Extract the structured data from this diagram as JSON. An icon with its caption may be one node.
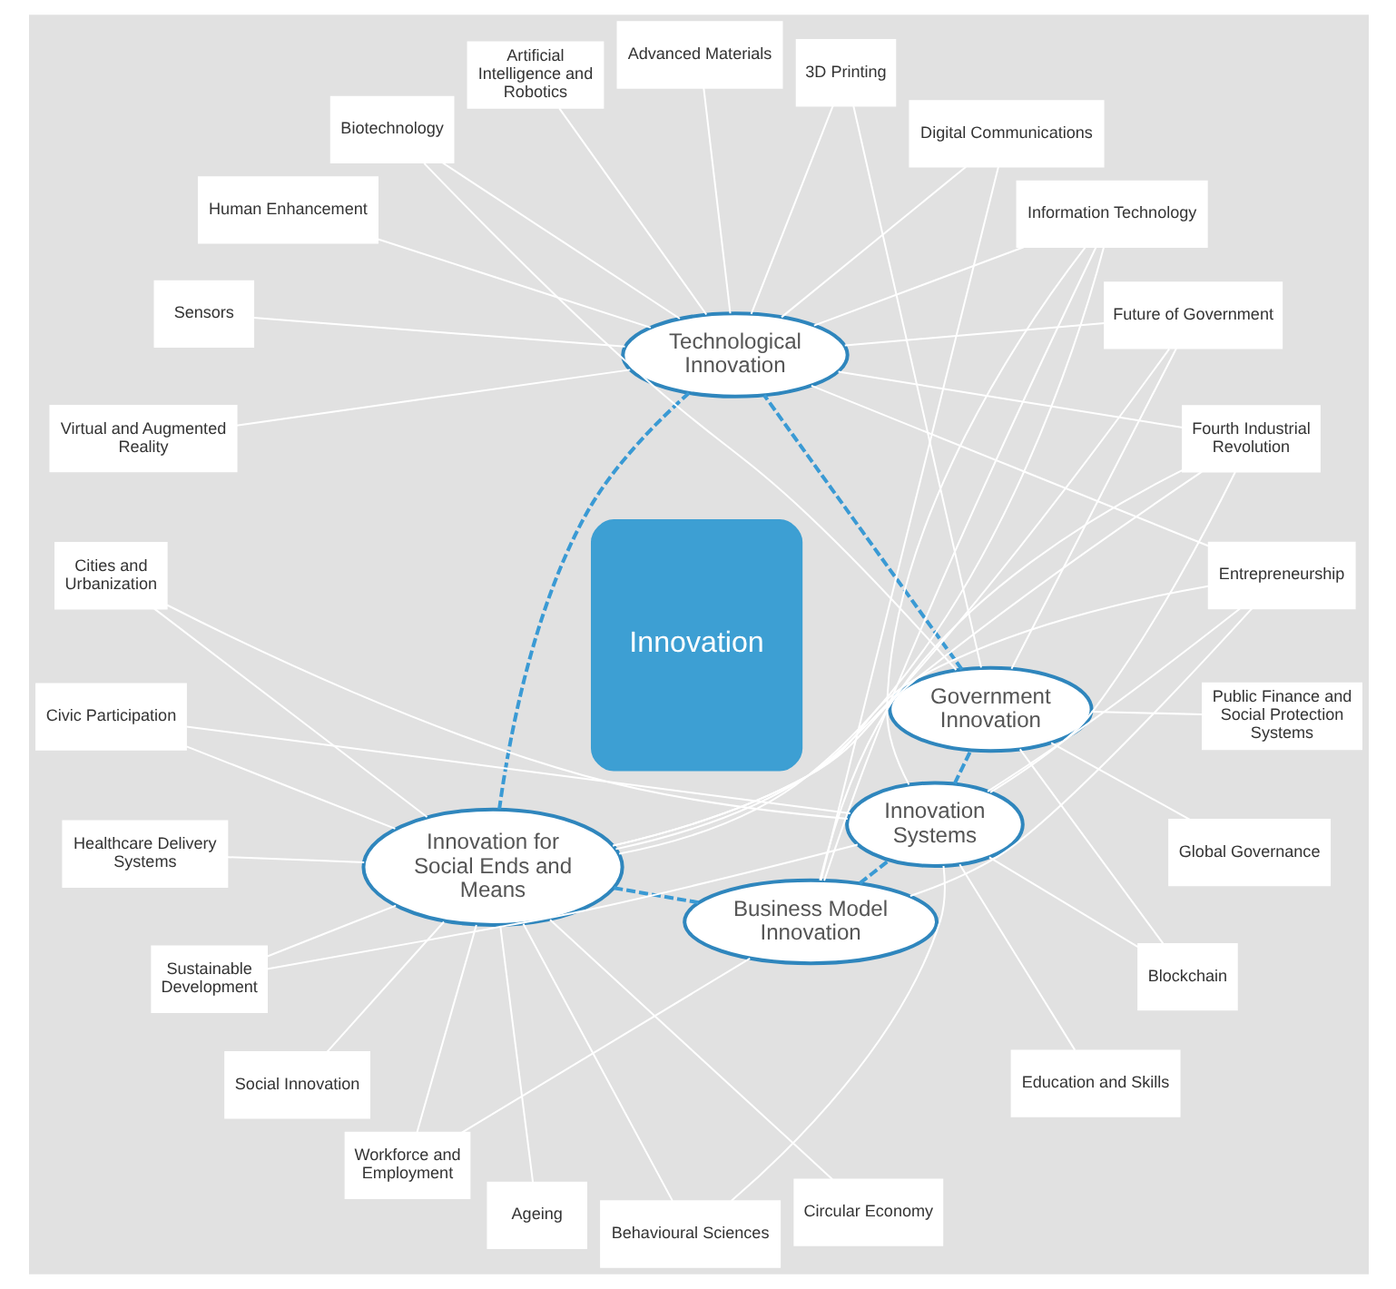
{
  "diagram": {
    "nodes": [
      {
        "text": [
          "Innovation"
        ]
      },
      {
        "text": [
          "Technological Innovation"
        ]
      },
      {
        "text": [
          "Innovation for Social Ends and Means"
        ]
      },
      {
        "text": [
          "Business Model Innovation"
        ]
      },
      {
        "text": [
          "Innovation Systems"
        ]
      },
      {
        "text": [
          "Government Innovation"
        ]
      },
      {
        "text": [
          "Cities and Urbanization"
        ]
      },
      {
        "text": [
          "Civic Participation"
        ]
      },
      {
        "text": [
          "Entrepreneurship"
        ]
      },
      {
        "text": [
          "Fourth Industrial Revolution"
        ]
      },
      {
        "text": [
          "Future of Government"
        ]
      },
      {
        "text": [
          "Healthcare Delivery Systems"
        ]
      },
      {
        "text": [
          "Sustainable Development"
        ]
      },
      {
        "text": [
          "Social Innovation"
        ]
      },
      {
        "text": [
          "Workforce and Employment"
        ]
      },
      {
        "text": [
          "Information Technology"
        ]
      },
      {
        "text": [
          "Digital Communications"
        ]
      },
      {
        "text": [
          "Education and Skills"
        ]
      },
      {
        "text": [
          "Blockchain"
        ]
      },
      {
        "text": [
          "Global Governance"
        ]
      },
      {
        "text": [
          "Public Finance and Social Protection Systems"
        ]
      },
      {
        "text": [
          "3D Printing"
        ]
      },
      {
        "text": [
          "Advanced Materials"
        ]
      },
      {
        "text": [
          "Artificial Intelligence and Robotics"
        ]
      },
      {
        "text": [
          "Biotechnology"
        ]
      },
      {
        "text": [
          "Human Enhancement"
        ]
      },
      {
        "text": [
          "Sensors"
        ]
      },
      {
        "text": [
          "Virtual and Augmented Reality"
        ]
      },
      {
        "text": [
          "Ageing"
        ]
      },
      {
        "text": [
          "Behavioural Sciences"
        ]
      },
      {
        "text": [
          "Circular Economy"
        ]
      }
    ],
    "edges": [
      {
        "from": 1,
        "to": 2,
        "arrow": "none",
        "style": "dashed",
        "color": "#3a9ad4"
      },
      {
        "from": 2,
        "to": 3,
        "arrow": "none",
        "style": "dashed",
        "color": "#3a9ad4"
      },
      {
        "from": 3,
        "to": 4,
        "arrow": "none",
        "style": "dashed",
        "color": "#3a9ad4"
      },
      {
        "from": 4,
        "to": 5,
        "arrow": "none",
        "style": "dashed",
        "color": "#3a9ad4"
      },
      {
        "from": 5,
        "to": 1,
        "arrow": "none",
        "style": "dashed",
        "color": "#3a9ad4"
      },
      {
        "from": 6,
        "to": 4,
        "arrow": "none"
      },
      {
        "from": 6,
        "to": 2,
        "arrow": "none"
      },
      {
        "from": 7,
        "to": 2,
        "arrow": "none"
      },
      {
        "from": 7,
        "to": 4,
        "arrow": "none"
      },
      {
        "from": 8,
        "to": 2,
        "arrow": "none"
      },
      {
        "from": 8,
        "to": 1,
        "arrow": "none"
      },
      {
        "from": 8,
        "to": 3,
        "arrow": "none"
      },
      {
        "from": 8,
        "to": 4,
        "arrow": "none"
      },
      {
        "from": 9,
        "to": 1,
        "arrow": "none"
      },
      {
        "from": 9,
        "to": 2,
        "arrow": "none"
      },
      {
        "from": 9,
        "to": 3,
        "arrow": "none"
      },
      {
        "from": 9,
        "to": 4,
        "arrow": "none"
      },
      {
        "from": 10,
        "to": 2,
        "arrow": "none"
      },
      {
        "from": 10,
        "to": 5,
        "arrow": "none"
      },
      {
        "from": 10,
        "to": 1,
        "arrow": "none"
      },
      {
        "from": 11,
        "to": 2,
        "arrow": "none"
      },
      {
        "from": 12,
        "to": 2,
        "arrow": "none"
      },
      {
        "from": 12,
        "to": 4,
        "arrow": "none"
      },
      {
        "from": 13,
        "to": 2,
        "arrow": "none"
      },
      {
        "from": 14,
        "to": 2,
        "arrow": "none"
      },
      {
        "from": 14,
        "to": 3,
        "arrow": "none"
      },
      {
        "from": 15,
        "to": 1,
        "arrow": "none"
      },
      {
        "from": 15,
        "to": 3,
        "arrow": "none"
      },
      {
        "from": 15,
        "to": 2,
        "arrow": "none"
      },
      {
        "from": 15,
        "to": 4,
        "arrow": "none"
      },
      {
        "from": 16,
        "to": 1,
        "arrow": "none"
      },
      {
        "from": 16,
        "to": 3,
        "arrow": "none"
      },
      {
        "from": 17,
        "to": 4,
        "arrow": "none"
      },
      {
        "from": 18,
        "to": 4,
        "arrow": "none"
      },
      {
        "from": 18,
        "to": 5,
        "arrow": "none"
      },
      {
        "from": 19,
        "to": 5,
        "arrow": "none"
      },
      {
        "from": 20,
        "to": 5,
        "arrow": "none"
      },
      {
        "from": 21,
        "to": 5,
        "arrow": "none"
      },
      {
        "from": 21,
        "to": 1,
        "arrow": "none"
      },
      {
        "from": 22,
        "to": 1,
        "arrow": "none"
      },
      {
        "from": 23,
        "to": 1,
        "arrow": "none"
      },
      {
        "from": 24,
        "to": 1,
        "arrow": "none"
      },
      {
        "from": 24,
        "to": 5,
        "arrow": "none"
      },
      {
        "from": 25,
        "to": 1,
        "arrow": "none"
      },
      {
        "from": 26,
        "to": 1,
        "arrow": "none"
      },
      {
        "from": 27,
        "to": 1,
        "arrow": "none"
      },
      {
        "from": 28,
        "to": 2,
        "arrow": "none"
      },
      {
        "from": 29,
        "to": 2,
        "arrow": "none"
      },
      {
        "from": 29,
        "to": 4,
        "arrow": "none"
      },
      {
        "from": 30,
        "to": 2,
        "arrow": "none"
      }
    ]
  }
}
